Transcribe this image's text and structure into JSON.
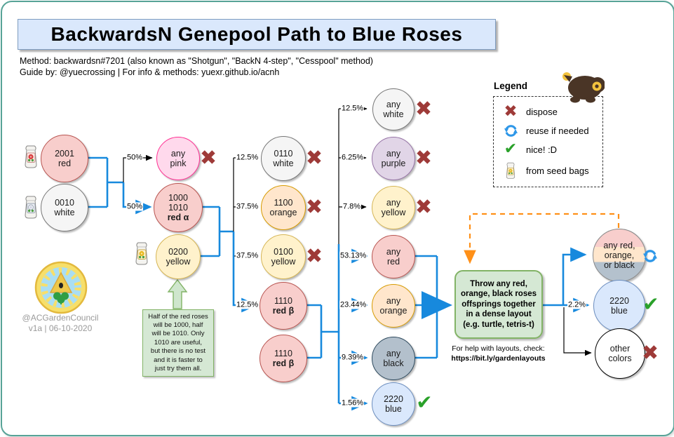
{
  "page": {
    "title": "BackwardsN Genepool Path to Blue Roses",
    "subtitle_line1": "Method: backwardsn#7201 (also known as \"Shotgun\", \"BackN 4-step\", \"Cesspool\" method)",
    "subtitle_line2": "Guide by: @yuecrossing | For info & methods: yuexr.github.io/acnh"
  },
  "credit": {
    "handle": "@ACGardenCouncil",
    "version": "v1a | 06-10-2020"
  },
  "legend": {
    "title": "Legend",
    "items": {
      "dispose": {
        "icon": "dispose-x-icon",
        "label": "dispose"
      },
      "reuse": {
        "icon": "reuse-recycle-icon",
        "label": "reuse if needed"
      },
      "nice": {
        "icon": "nice-check-icon",
        "label": "nice! :D"
      },
      "seed": {
        "icon": "seed-bag-icon",
        "label": "from seed bags"
      }
    }
  },
  "nodes": {
    "n_red_2001": {
      "code": "2001",
      "name": "red"
    },
    "n_white_0010": {
      "code": "0010",
      "name": "white"
    },
    "n_any_pink": {
      "code": "any",
      "name": "pink"
    },
    "n_red_alpha": {
      "code": "1000\n1010",
      "name": "red α"
    },
    "n_yellow_0200": {
      "code": "0200",
      "name": "yellow"
    },
    "n_white_0110": {
      "code": "0110",
      "name": "white"
    },
    "n_orange_1100": {
      "code": "1100",
      "name": "orange"
    },
    "n_yellow_0100": {
      "code": "0100",
      "name": "yellow"
    },
    "n_red_beta_1": {
      "code": "1110",
      "name": "red β"
    },
    "n_red_beta_2": {
      "code": "1110",
      "name": "red β"
    },
    "n_any_white": {
      "code": "any",
      "name": "white"
    },
    "n_any_purple": {
      "code": "any",
      "name": "purple"
    },
    "n_any_yellow": {
      "code": "any",
      "name": "yellow"
    },
    "n_any_red": {
      "code": "any",
      "name": "red"
    },
    "n_any_orange": {
      "code": "any",
      "name": "orange"
    },
    "n_any_black": {
      "code": "any",
      "name": "black"
    },
    "n_blue_2220_mid": {
      "code": "2220",
      "name": "blue"
    },
    "n_any_rob": {
      "label": "any red,\norange,\nor black"
    },
    "n_blue_2220_final": {
      "code": "2220",
      "name": "blue"
    },
    "n_other_colors": {
      "code": "other",
      "name": "colors"
    }
  },
  "edge_labels": {
    "pink_50": "50%",
    "redalpha_50": "50%",
    "white0110_125": "12.5%",
    "orange1100_375": "37.5%",
    "yellow0100_375": "37.5%",
    "redbeta_125": "12.5%",
    "anywhite_125": "12.5%",
    "anypurple_625": "6.25%",
    "anyyellow_78": "7.8%",
    "anyred_5313": "53.13%",
    "anyorange_2344": "23.44%",
    "anyblack_939": "9.39%",
    "blue_156": "1.56%",
    "blue_22": "2.2%"
  },
  "notes": {
    "half_note": "Half of the red roses\nwill be 1000, half\nwill be 1010. Only\n1010 are useful,\nbut there is no test\nand it is faster to\njust try them all.",
    "throw_box": "Throw any red,\norange, black roses\noffsprings together\nin a dense layout\n(e.g. turtle, tetris-t)",
    "help_line1": "For help with layouts, check:",
    "help_line2": "https://bit.ly/gardenlayouts"
  },
  "colors": {
    "frame_border": "#57a397",
    "title_fill": "#dae8fc",
    "edge_blue": "#1789dd",
    "edge_black": "#000000",
    "edge_orange_dashed": "#ff9018",
    "dispose_x": "#9e3a38",
    "check_green": "#2aa12a",
    "recycle_blue": "#2e97e8",
    "node_red_fill": "#f8cecc",
    "node_red_border": "#b85450",
    "node_white_fill": "#f5f5f5",
    "node_pink_fill": "#ffd9ec",
    "node_pink_border": "#ff2f92",
    "node_yellow_fill": "#fff2cc",
    "node_orange_fill": "#ffe6cc",
    "node_purple_fill": "#e1d5e7",
    "node_black_fill": "#b3c0cc",
    "node_blue_fill": "#dae8fc",
    "note_green_fill": "#d5e8d4",
    "note_green_border": "#82b366"
  }
}
